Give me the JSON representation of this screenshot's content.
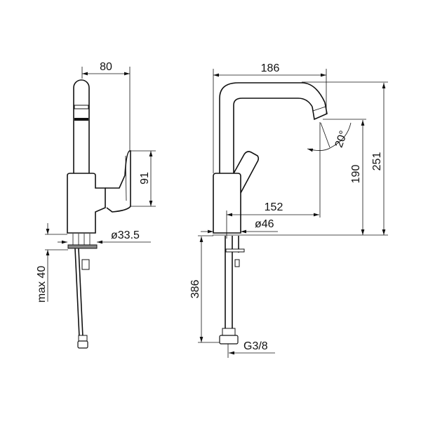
{
  "side_view": {
    "dim_width": "80",
    "dim_handle_height": "91",
    "dim_diameter": "ø33.5",
    "dim_max_thickness": "max 40"
  },
  "front_view": {
    "dim_reach_total": "186",
    "dim_reach": "152",
    "dim_height_total": "251",
    "dim_spout_height": "190",
    "dim_angle": "20°",
    "dim_diameter": "ø46",
    "dim_hose_length": "386",
    "dim_thread": "G3/8"
  }
}
